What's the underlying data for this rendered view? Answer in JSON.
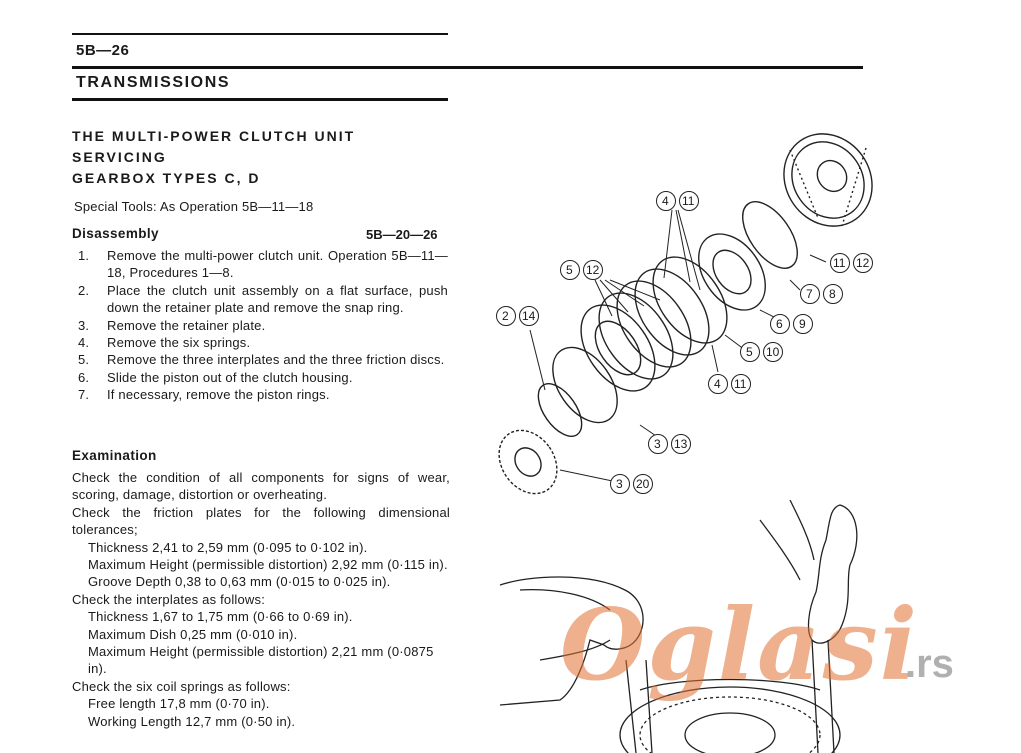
{
  "page_number": "5B—26",
  "section_title": "TRANSMISSIONS",
  "heading": {
    "line1": "THE MULTI-POWER CLUTCH UNIT",
    "line2": "SERVICING",
    "line3": "GEARBOX TYPES C, D"
  },
  "special_tools": "Special Tools: As Operation 5B—11—18",
  "disassembly": {
    "title": "Disassembly",
    "operation": "5B—20—26",
    "steps": [
      {
        "n": "1.",
        "text": "Remove the multi-power clutch unit. Operation 5B—11—18, Procedures 1—8."
      },
      {
        "n": "2.",
        "text": "Place the clutch unit assembly on a flat surface, push down the retainer plate and remove the snap ring."
      },
      {
        "n": "3.",
        "text": "Remove the retainer plate."
      },
      {
        "n": "4.",
        "text": "Remove the six springs."
      },
      {
        "n": "5.",
        "text": "Remove the three interplates and the three friction discs."
      },
      {
        "n": "6.",
        "text": "Slide the piston out of the clutch housing."
      },
      {
        "n": "7.",
        "text": "If necessary, remove the piston rings."
      }
    ]
  },
  "examination": {
    "title": "Examination",
    "p1": "Check the condition of all components for signs of wear, scoring, damage, distortion or overheating.",
    "p2": "Check the friction plates for the following dimensional tolerances;",
    "friction_thickness": "Thickness 2,41 to 2,59 mm (0·095 to 0·102 in).",
    "friction_max_height": "Maximum Height (permissible distortion) 2,92 mm (0·115 in).",
    "friction_groove": "Groove Depth 0,38 to 0,63 mm (0·015 to 0·025 in).",
    "p3": "Check the interplates as follows:",
    "inter_thickness": "Thickness 1,67 to 1,75 mm (0·66 to 0·69 in).",
    "inter_dish": "Maximum Dish 0,25 mm (0·010 in).",
    "inter_max_height": "Maximum Height (permissible distortion) 2,21 mm (0·0875 in).",
    "p4": "Check the six coil springs as follows:",
    "spring_free": "Free length 17,8 mm (0·70 in).",
    "spring_working": "Working Length 12,7 mm (0·50 in)."
  },
  "diagram_labels": [
    {
      "a": "4",
      "b": "11"
    },
    {
      "a": "5",
      "b": "12"
    },
    {
      "a": "11",
      "b": "12"
    },
    {
      "a": "7",
      "b": "8"
    },
    {
      "a": "2",
      "b": "14"
    },
    {
      "a": "6",
      "b": "9"
    },
    {
      "a": "5",
      "b": "10"
    },
    {
      "a": "4",
      "b": "11"
    },
    {
      "a": "3",
      "b": "13"
    },
    {
      "a": "3",
      "b": "20"
    }
  ],
  "watermark": {
    "main": "Oglasi",
    "suffix": ".rs"
  }
}
